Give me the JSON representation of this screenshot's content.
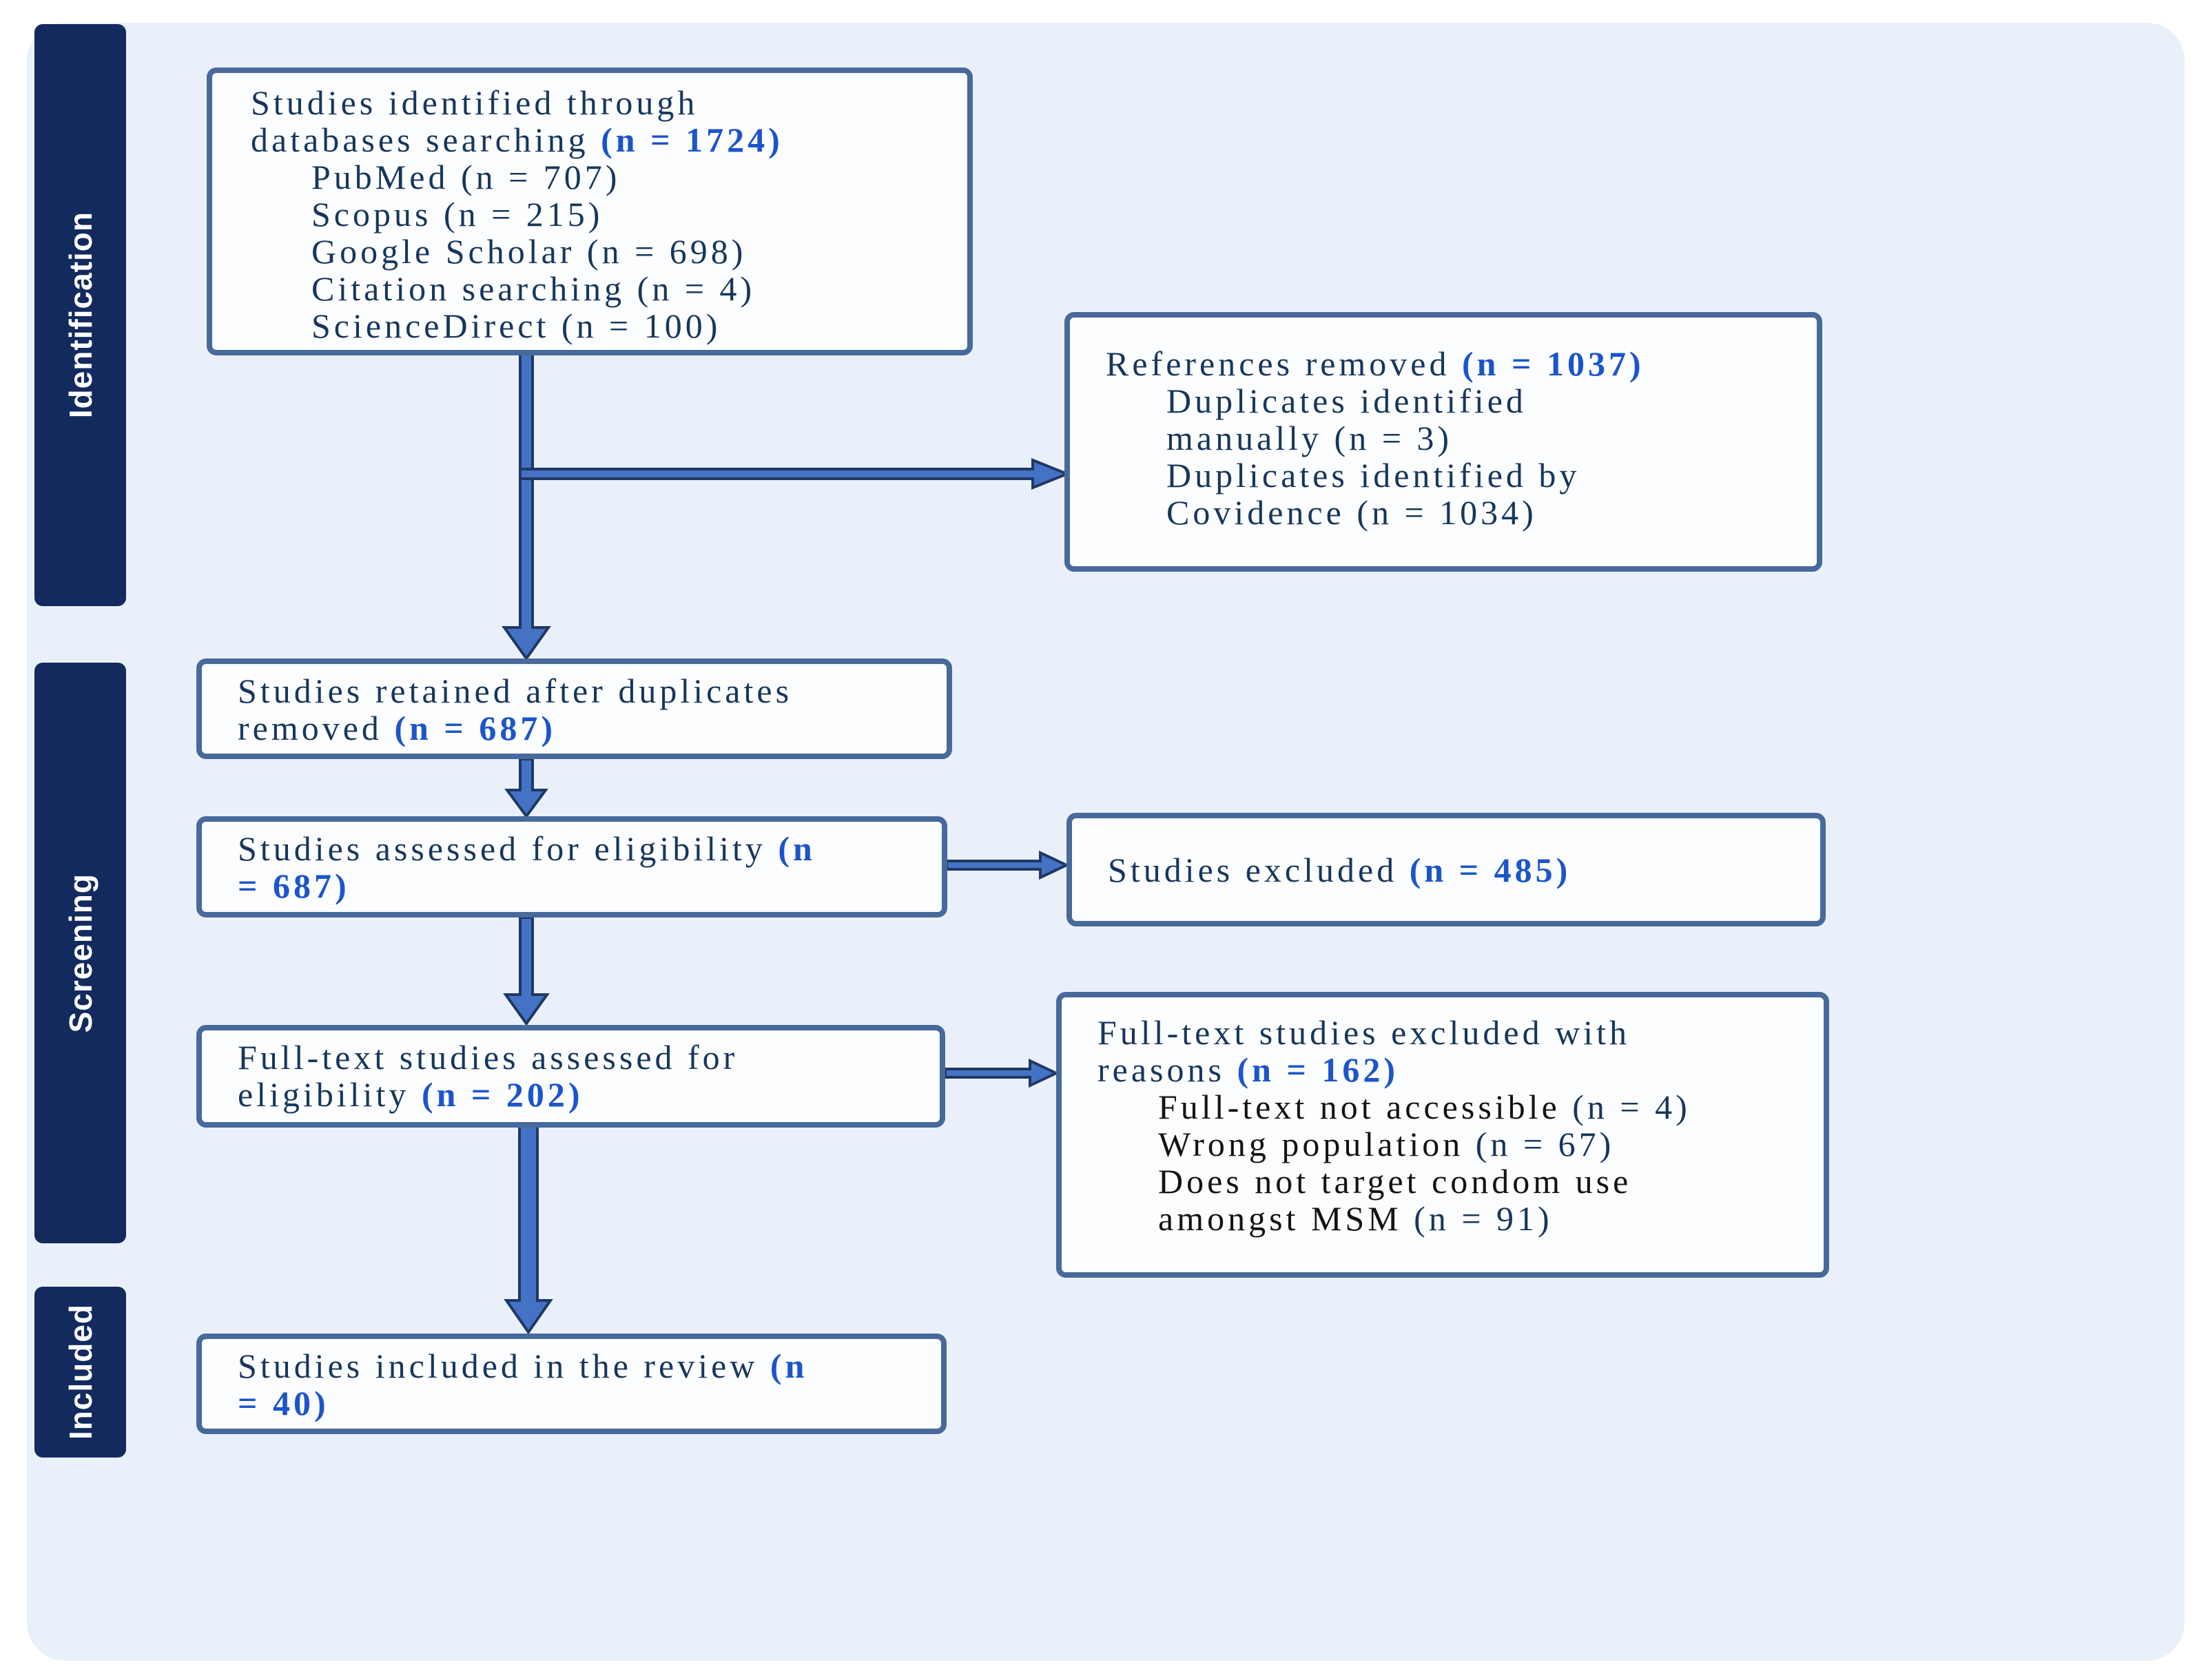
{
  "diagram": {
    "type": "prisma-flow",
    "colors": {
      "panel_bg": "#eaf0fa",
      "stagebar_bg": "#122a5e",
      "box_border": "#48699b",
      "box_bg": "#fcfdff",
      "text_navy": "#17365d",
      "text_blue": "#1c55cb",
      "text_black": "#131316",
      "arrow_fill": "#4472c4",
      "arrow_outline": "#1f3864"
    }
  },
  "sidebar": {
    "identification": "Identification",
    "screening": "Screening",
    "included": "Included"
  },
  "boxes": {
    "identified": {
      "lines": [
        {
          "segs": [
            {
              "c": "navy",
              "t": "Studies identified through"
            }
          ]
        },
        {
          "segs": [
            {
              "c": "navy",
              "t": "databases searching "
            },
            {
              "c": "blue",
              "t": "(n = 1724)"
            }
          ]
        },
        {
          "indent": true,
          "segs": [
            {
              "c": "navy",
              "t": "PubMed (n = 707)"
            }
          ]
        },
        {
          "indent": true,
          "segs": [
            {
              "c": "navy",
              "t": "Scopus (n = 215)"
            }
          ]
        },
        {
          "indent": true,
          "segs": [
            {
              "c": "navy",
              "t": "Google Scholar (n = 698)"
            }
          ]
        },
        {
          "indent": true,
          "segs": [
            {
              "c": "navy",
              "t": "Citation searching (n = 4)"
            }
          ]
        },
        {
          "indent": true,
          "segs": [
            {
              "c": "navy",
              "t": "ScienceDirect (n = 100)"
            }
          ]
        }
      ]
    },
    "references_removed": {
      "lines": [
        {
          "segs": [
            {
              "c": "navy",
              "t": "References removed "
            },
            {
              "c": "blue",
              "t": "(n = 1037)"
            }
          ]
        },
        {
          "indent": true,
          "segs": [
            {
              "c": "navy",
              "t": "Duplicates identified"
            }
          ]
        },
        {
          "indent": true,
          "segs": [
            {
              "c": "navy",
              "t": "manually (n = 3)"
            }
          ]
        },
        {
          "indent": true,
          "segs": [
            {
              "c": "navy",
              "t": "Duplicates identified by"
            }
          ]
        },
        {
          "indent": true,
          "segs": [
            {
              "c": "navy",
              "t": "Covidence (n = 1034)"
            }
          ]
        }
      ]
    },
    "retained": {
      "lines": [
        {
          "segs": [
            {
              "c": "navy",
              "t": "Studies retained after duplicates"
            }
          ]
        },
        {
          "segs": [
            {
              "c": "navy",
              "t": "removed "
            },
            {
              "c": "blue",
              "t": "(n = 687)"
            }
          ]
        }
      ]
    },
    "assessed": {
      "lines": [
        {
          "segs": [
            {
              "c": "navy",
              "t": "Studies assessed for eligibility "
            },
            {
              "c": "blue",
              "t": "(n"
            }
          ]
        },
        {
          "segs": [
            {
              "c": "blue",
              "t": "= 687)"
            }
          ]
        }
      ]
    },
    "excluded": {
      "lines": [
        {
          "segs": [
            {
              "c": "navy",
              "t": "Studies excluded "
            },
            {
              "c": "blue",
              "t": "(n = 485)"
            }
          ]
        }
      ]
    },
    "fulltext_assessed": {
      "lines": [
        {
          "segs": [
            {
              "c": "navy",
              "t": "Full-text studies assessed for"
            }
          ]
        },
        {
          "segs": [
            {
              "c": "navy",
              "t": "eligibility "
            },
            {
              "c": "blue",
              "t": "(n = 202)"
            }
          ]
        }
      ]
    },
    "fulltext_excluded": {
      "lines": [
        {
          "segs": [
            {
              "c": "navy",
              "t": "Full-text studies excluded with"
            }
          ]
        },
        {
          "segs": [
            {
              "c": "navy",
              "t": "reasons "
            },
            {
              "c": "blue",
              "t": "(n = 162)"
            }
          ]
        },
        {
          "indent": true,
          "segs": [
            {
              "c": "black",
              "t": "Full-text not accessible "
            },
            {
              "c": "navy",
              "t": "(n = 4)"
            }
          ]
        },
        {
          "indent": true,
          "segs": [
            {
              "c": "black",
              "t": "Wrong population "
            },
            {
              "c": "navy",
              "t": "(n = 67)"
            }
          ]
        },
        {
          "indent": true,
          "segs": [
            {
              "c": "black",
              "t": "Does not target condom use"
            }
          ]
        },
        {
          "indent": true,
          "segs": [
            {
              "c": "black",
              "t": "amongst MSM "
            },
            {
              "c": "navy",
              "t": "(n = 91)"
            }
          ]
        }
      ]
    },
    "included": {
      "lines": [
        {
          "segs": [
            {
              "c": "navy",
              "t": "Studies included in the review "
            },
            {
              "c": "blue",
              "t": "(n"
            }
          ]
        },
        {
          "segs": [
            {
              "c": "blue",
              "t": "= 40)"
            }
          ]
        }
      ]
    }
  }
}
